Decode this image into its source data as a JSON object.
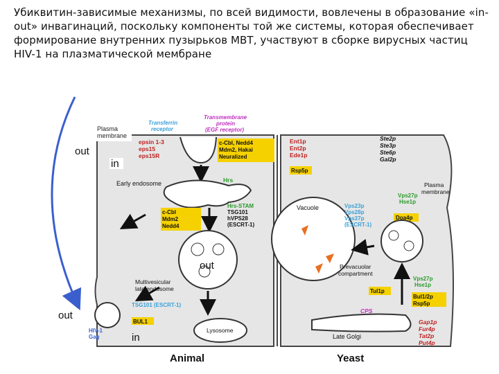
{
  "title": "Убиквитин-зависимые механизмы, по всей видимости, вовлечены в образование «in-out» инвагинаций, поскольку компоненты той же системы, которая обеспечивает формирование внутренних пузырьков МВТ, участвуют в сборке вирусных частиц HIV-1 на плазматической мембране",
  "colors": {
    "arrow_blue": "#3a5fcd",
    "cell_bg": "#e8e8e8",
    "box_yellow": "#f5d100",
    "text_blue": "#3aa0d8",
    "text_magenta": "#c030c0",
    "vacuole_orange": "#e87020"
  },
  "annotations": {
    "in_out_1_out": "out",
    "in_out_1_in": "in",
    "in_out_2_out": "out",
    "in_out_3_out": "out",
    "in_out_3_in": "in"
  },
  "animal": {
    "label": "Animal",
    "plasma_membrane": "Plasma membrane",
    "transferrin": "Transferrin receptor",
    "transmembrane": "Transmembrane protein (EGF receptor)",
    "epsin": "epsin 1-3 eps15 eps15R",
    "cbl_box": "c-Cbl, Nedd4 Mdm2, Hakai Neuralized",
    "hrs": "Hrs",
    "early_endosome": "Early endosome",
    "cbl_box2": "c-Cbl Mdm2 Nedd4",
    "hrs_stam": "Hrs-STAM TSG101 hVPS28 (ESCRT-1)",
    "mvb": "Multivesicular late endosome",
    "tsg101": "TSG101 (ESCRT-1)",
    "bul1": "BUL1",
    "hiv_gag": "HIV-1 Gag",
    "lysosome": "Lysosome"
  },
  "yeast": {
    "label": "Yeast",
    "ent": "Ent1p Ent2p Ede1p",
    "rsp5p": "Rsp5p",
    "ste": "Ste2p Ste3p Ste6p Gal2p",
    "plasma_membrane": "Plasma membrane",
    "vacuole": "Vacuole",
    "vps27": "Vps27p Hse1p",
    "doa4": "Doa4p",
    "vps23": "Vps23p Vps28p Vps37p (ESCRT-1)",
    "pvc": "Prevacuolar compartment",
    "tul1p": "Tul1p",
    "vps27b": "Vps27p Hse1p",
    "bul": "Bul1/2p Rsp5p",
    "cps": "CPS",
    "late_golgi": "Late Golgi",
    "gap": "Gap1p Fur4p Tat2p Put4p"
  }
}
